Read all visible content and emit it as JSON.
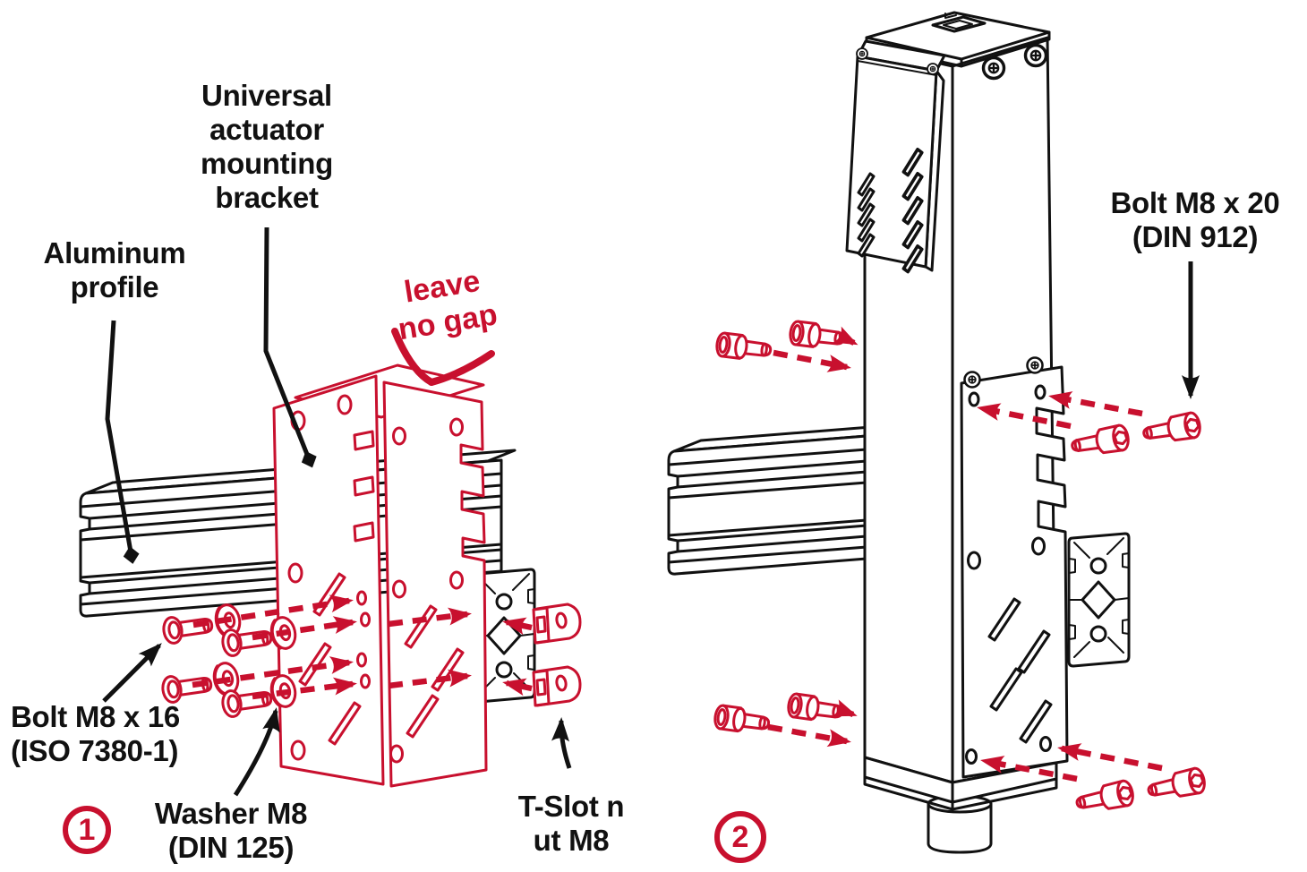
{
  "figure": {
    "colors": {
      "accent": "#C8102E",
      "ink": "#111111",
      "background": "#FFFFFF"
    },
    "step1": {
      "badge": "1",
      "labels": {
        "bracket": {
          "lines": [
            "Universal",
            "actuator",
            "mounting",
            "bracket"
          ]
        },
        "profile": {
          "lines": [
            "Aluminum",
            "profile"
          ]
        },
        "gap_note": {
          "lines": [
            "leave",
            "no gap"
          ]
        },
        "bolt": {
          "lines": [
            "Bolt M8 x 16",
            "(ISO 7380-1)"
          ]
        },
        "washer": {
          "lines": [
            "Washer M8",
            "(DIN 125)"
          ]
        },
        "tslot_nut": {
          "lines": [
            "T-Slot n",
            "ut M8"
          ]
        }
      }
    },
    "step2": {
      "badge": "2",
      "labels": {
        "bolt": {
          "lines": [
            "Bolt M8 x 20",
            "(DIN 912)"
          ]
        }
      }
    }
  }
}
